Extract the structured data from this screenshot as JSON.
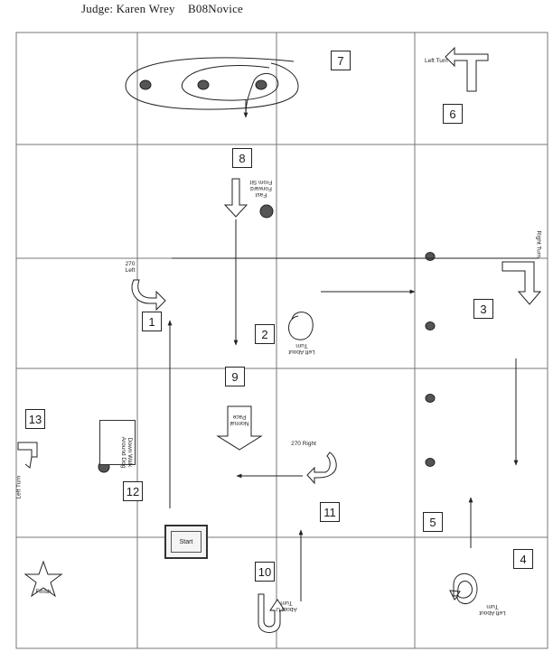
{
  "header": {
    "judge": "Judge: Karen Wrey",
    "class_code": "B08Novice"
  },
  "stations": [
    "1",
    "2",
    "3",
    "4",
    "5",
    "6",
    "7",
    "8",
    "9",
    "10",
    "11",
    "12",
    "13"
  ],
  "signs": {
    "s3": "Right Turn",
    "s6": "Left Turn",
    "s13": "Left Turn",
    "s1": "270 Left",
    "s11": "270 Right",
    "s8": "Fast Forward From Sit",
    "s9": "Normal Pace",
    "s2": "Left About Turn",
    "s10": "About U Turn",
    "s4": "Left About Turn",
    "s12": "Down Walk Around Dog",
    "start": "Start",
    "finish": "Finish"
  }
}
